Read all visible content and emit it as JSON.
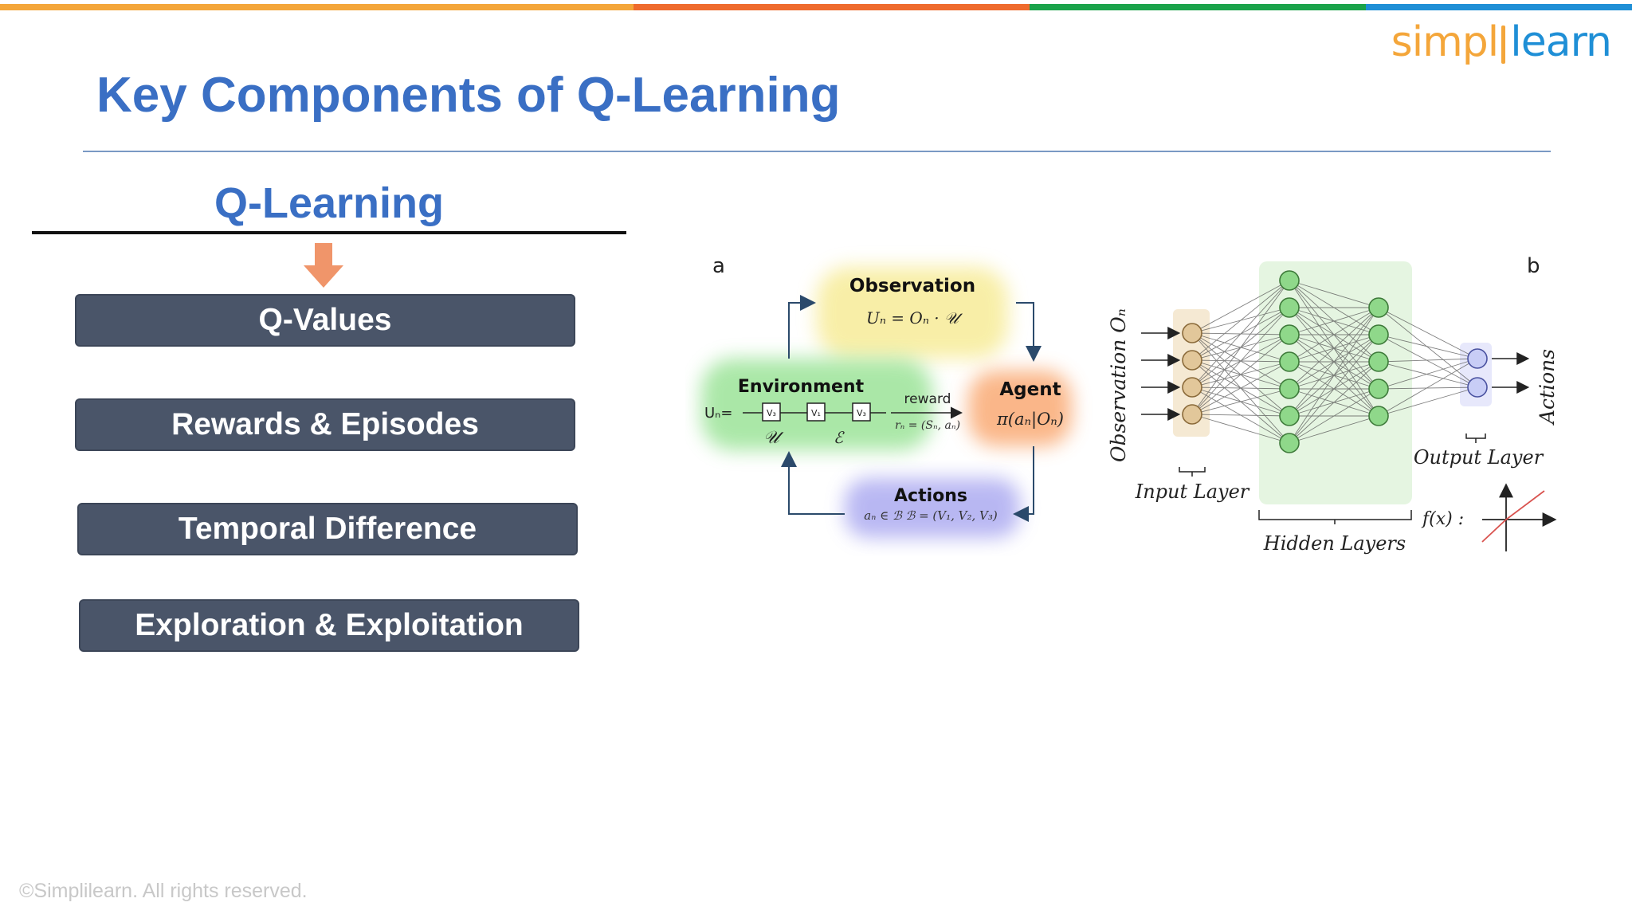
{
  "brand": {
    "logo_left": "simpl",
    "logo_right": "learn"
  },
  "colors": {
    "title": "#3a6fc4",
    "button_bg": "#4a5569",
    "arrow": "#f0956a",
    "topbar": [
      "#f4a63a",
      "#ef6b2d",
      "#1aa34a",
      "#1f8fd6"
    ]
  },
  "slide": {
    "title": "Key Components of Q-Learning",
    "subhead": "Q-Learning",
    "items": [
      "Q-Values",
      "Rewards & Episodes",
      "Temporal Difference",
      "Exploration & Exploitation"
    ]
  },
  "figure": {
    "panel_a": "a",
    "panel_b": "b",
    "observation_label": "Observation",
    "observation_eq": "Uₙ = Oₙ · 𝒰",
    "environment_label": "Environment",
    "env_prefix": "Uₙ=",
    "env_boxes": [
      "V₃",
      "V₁",
      "V₃"
    ],
    "env_u": "𝒰",
    "env_e": "ℰ",
    "reward_label": "reward",
    "reward_eq": "rₙ = (Sₙ, aₙ)",
    "agent_label": "Agent",
    "agent_eq": "π(aₙ|Oₙ)",
    "actions_label": "Actions",
    "actions_eq": "aₙ ∈ ℬ   ℬ = (V₁, V₂, V₃)",
    "observation_axis": "Observation Oₙ",
    "actions_axis": "Actions",
    "input_layer": "Input Layer",
    "hidden_layers": "Hidden Layers",
    "output_layer": "Output Layer",
    "activation": "f(x) :"
  },
  "footer": "©Simplilearn. All rights reserved."
}
